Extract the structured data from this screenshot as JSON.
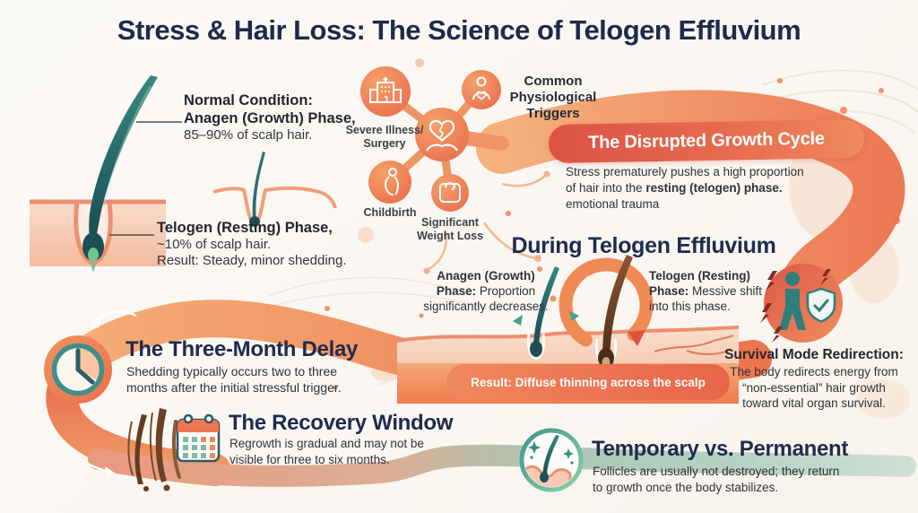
{
  "title": "Stress & Hair Loss: The Science of Telogen Effluvium",
  "normal_condition": {
    "heading": "Normal Condition:",
    "subheading": "Anagen (Growth) Phase,",
    "detail": "85–90% of scalp hair."
  },
  "telogen_resting": {
    "heading": "Telogen (Resting) Phase,",
    "detail1": "~10% of scalp hair.",
    "detail2": "Result: Steady, minor shedding."
  },
  "triggers": {
    "heading": "Common\nPhysiological\nTriggers",
    "severe_illness": "Severe Illness/\nSurgery",
    "childbirth": "Childbirth",
    "weight_loss": "Significant\nWeight Loss"
  },
  "disrupted_cycle": {
    "title": "The Disrupted Growth Cycle",
    "line1": "Stress prematurely pushes a high proportion",
    "line2_regular": "of hair into the ",
    "line2_bold": "resting (telogen) phase.",
    "line3": "emotional trauma"
  },
  "during": {
    "title": "During Telogen Effluvium",
    "anagen": {
      "l1": "Anagen (Growth)",
      "l2_bold": "Phase:",
      "l2_rest": " Proportion",
      "l3": "significantly decreases."
    },
    "telogen": {
      "l1": "Telogen (Resting)",
      "l2_bold": "Phase:",
      "l2_rest": " Messive shift",
      "l3": "into this phase."
    },
    "result_banner": "Result: Diffuse thinning across the scalp"
  },
  "survival_mode": {
    "title": "Survival Mode Redirection:",
    "line1": "The body redirects energy from",
    "line2": "“non-essential” hair growth",
    "line3": "toward vital organ survival."
  },
  "three_month_delay": {
    "title": "The Three-Month Delay",
    "line1": "Shedding typically occurs two to three",
    "line2": "months after the initial stressful trigger."
  },
  "recovery_window": {
    "title": "The Recovery Window",
    "line1": "Regrowth is gradual and may not be",
    "line2": "visible for three to six months."
  },
  "temporary_permanent": {
    "title": "Temporary vs. Permanent",
    "line1": "Follicles are usually not destroyed; they return",
    "line2": "to growth once the body stabilizes."
  },
  "colors": {
    "title_navy": "#1f2b4e",
    "body_text": "#32363c",
    "orange": "#ee7c4e",
    "deep_red": "#dd5345",
    "teal": "#2e7f7b",
    "skin": "#f6cdb6",
    "band_teal": "#9ec4b0"
  },
  "icons": [
    "hospital-icon",
    "person-heart-icon",
    "heart-hands-icon",
    "childbirth-icon",
    "weight-scale-icon",
    "clock-icon",
    "calendar-icon",
    "stress-shield-person-icon",
    "healthy-follicle-icon",
    "sparkle-icon"
  ]
}
